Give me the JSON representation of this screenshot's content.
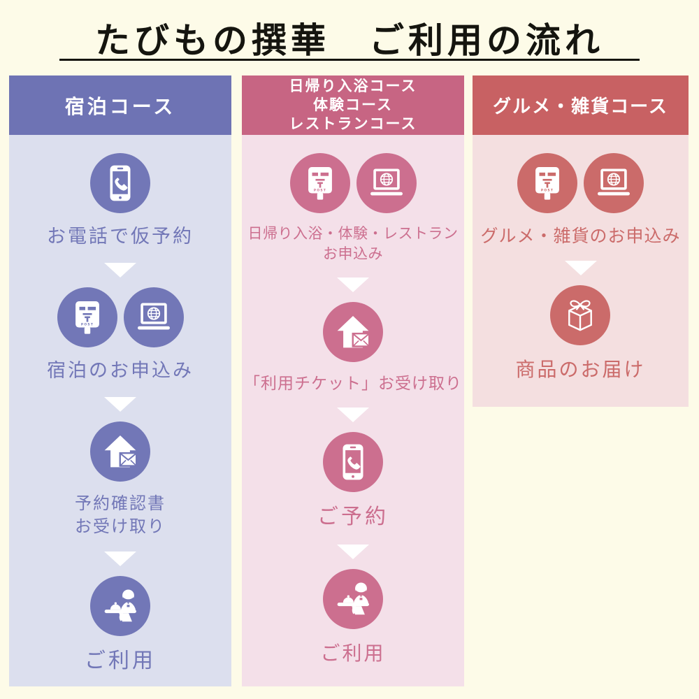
{
  "page": {
    "background": "#fdfbe8",
    "title": "たびもの撰華　ご利用の流れ",
    "title_color": "#15150f"
  },
  "columns": [
    {
      "header": "宿泊コース",
      "header_bg": "#6e73b4",
      "accent": "#7277b7",
      "body_bg": "#dcdfee",
      "steps": [
        {
          "icons": [
            "smartphone-call-icon"
          ],
          "label": "お電話で仮予約"
        },
        {
          "icons": [
            "postbox-icon",
            "laptop-globe-icon"
          ],
          "label": "宿泊のお申込み"
        },
        {
          "icons": [
            "house-mail-icon"
          ],
          "label": "予約確認書\nお受け取り"
        },
        {
          "icons": [
            "reception-icon"
          ],
          "label": "ご利用"
        }
      ]
    },
    {
      "header": "日帰り入浴コース\n体験コース\nレストランコース",
      "header_bg": "#c76583",
      "accent": "#cc6f8f",
      "body_bg": "#f4e0e9",
      "steps": [
        {
          "icons": [
            "postbox-icon",
            "laptop-globe-icon"
          ],
          "label": "日帰り入浴・体験・レストラン\nお申込み"
        },
        {
          "icons": [
            "house-mail-icon"
          ],
          "label": "「利用チケット」お受け取り"
        },
        {
          "icons": [
            "smartphone-call-icon"
          ],
          "label": "ご予約"
        },
        {
          "icons": [
            "reception-icon"
          ],
          "label": "ご利用"
        }
      ]
    },
    {
      "header": "グルメ・雑貨コース",
      "header_bg": "#c86163",
      "accent": "#cb6b6a",
      "body_bg": "#f4dfe0",
      "steps": [
        {
          "icons": [
            "postbox-icon",
            "laptop-globe-icon"
          ],
          "label": "グルメ・雑貨のお申込み"
        },
        {
          "icons": [
            "gift-box-icon"
          ],
          "label": "商品のお届け"
        }
      ]
    }
  ]
}
